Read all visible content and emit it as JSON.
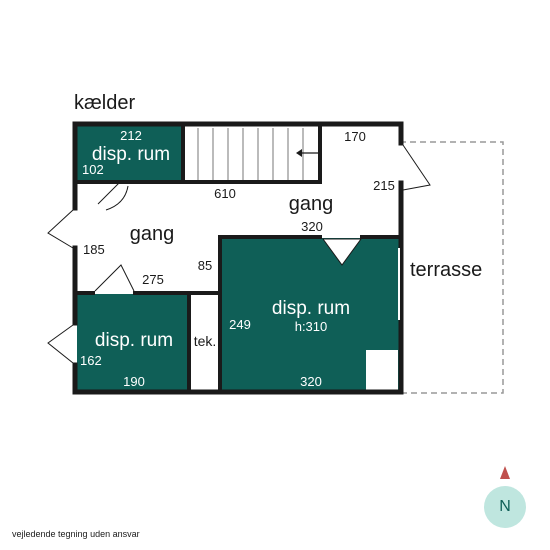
{
  "floor_title": "kælder",
  "disclaimer": "vejledende tegning uden ansvar",
  "compass": {
    "label": "N"
  },
  "colors": {
    "room_fill": "#0f5f57",
    "wall": "#1a1a1a",
    "compass_bg": "#bfe6df",
    "compass_arrow": "#c0504d"
  },
  "rooms": {
    "top_left": {
      "label": "disp. rum",
      "dim_top": "212",
      "dim_side": "102"
    },
    "main": {
      "label": "disp. rum",
      "height": "h:310",
      "dim_side": "249",
      "dim_bottom": "320"
    },
    "bottom_left": {
      "label": "disp. rum",
      "dim_side": "162",
      "dim_bottom": "190"
    },
    "technical": {
      "label": "tek."
    }
  },
  "corridor": {
    "label_right": "gang",
    "label_left": "gang",
    "dims": {
      "d610": "610",
      "d170": "170",
      "d215": "215",
      "d320": "320",
      "d185": "185",
      "d275": "275",
      "d85": "85"
    }
  },
  "terrace": {
    "label": "terrasse"
  }
}
